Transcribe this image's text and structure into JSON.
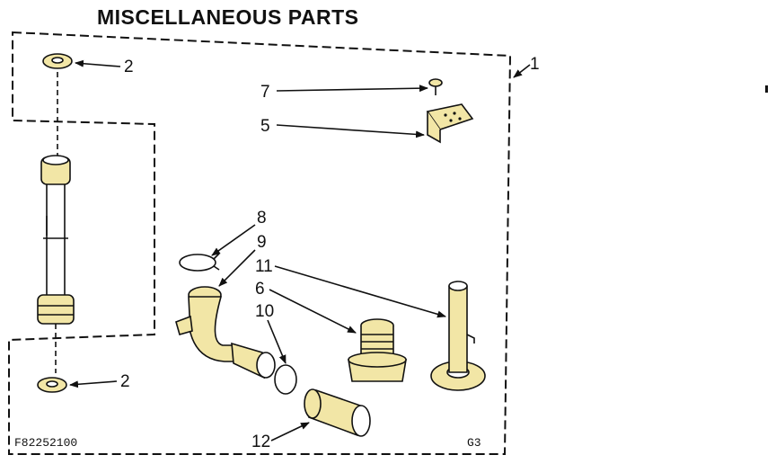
{
  "diagram": {
    "title": "MISCELLANEOUS PARTS",
    "assembly_callout": "1",
    "figure_code": "F82252100",
    "group_code": "G3",
    "callouts": {
      "c2_top": "2",
      "c2_bottom": "2",
      "c7": "7",
      "c5": "5",
      "c8": "8",
      "c9": "9",
      "c11": "11",
      "c6": "6",
      "c10": "10",
      "c12": "12"
    },
    "colors": {
      "ink": "#111111",
      "part_fill": "#f2e6a6",
      "paper": "#ffffff"
    }
  }
}
